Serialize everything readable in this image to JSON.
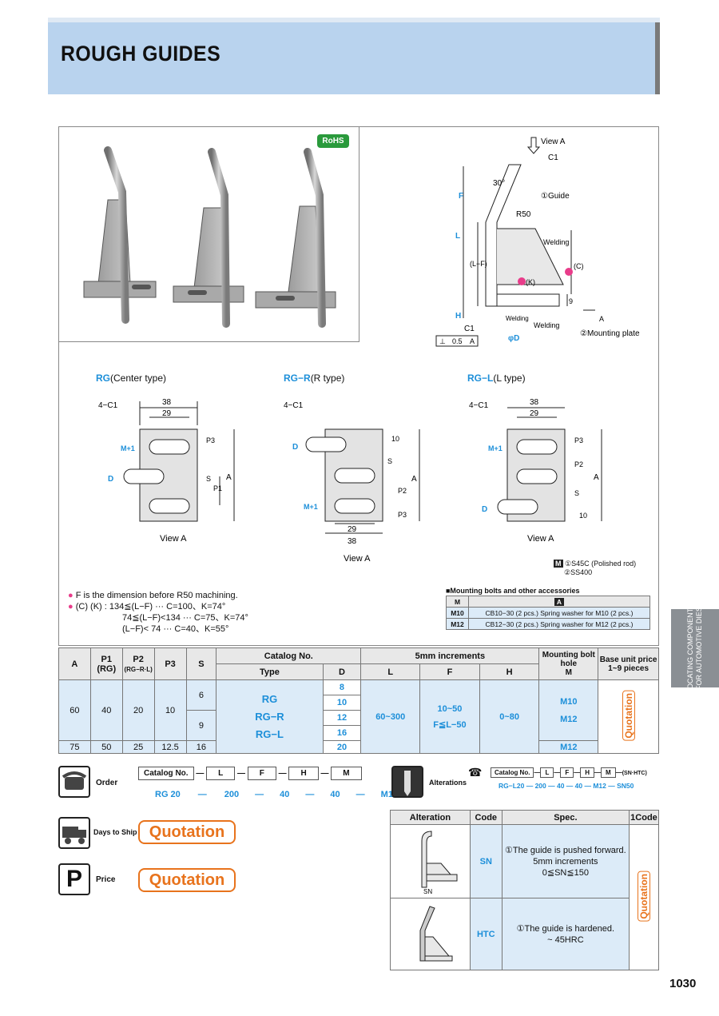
{
  "title": "ROUGH GUIDES",
  "rohs": "RoHS",
  "drawing": {
    "view_a": "View A",
    "c1": "C1",
    "angle": "30°",
    "guide": "①Guide",
    "r50": "R50",
    "welding": "Welding",
    "f": "F",
    "l": "L",
    "lf": "(L−F)",
    "h": "H",
    "k": "(K)",
    "c": "(C)",
    "nine": "9",
    "a": "A",
    "mounting_plate": "②Mounting plate",
    "perp": "⊥",
    "tol": "0.5",
    "phi_d": "φD"
  },
  "types": {
    "rg": {
      "name": "RG",
      "desc": "(Center type)"
    },
    "rgr": {
      "name": "RG−R",
      "desc": "(R type)"
    },
    "rgl": {
      "name": "RG−L",
      "desc": "(L type)"
    }
  },
  "dims": {
    "c4": "4−C1",
    "d38": "38",
    "d29": "29",
    "p1": "P1",
    "p2": "P2",
    "p3": "P3",
    "s": "S",
    "a": "A",
    "d": "D",
    "m1": "M+1",
    "d10": "10"
  },
  "notes": {
    "n1": "F is the dimension before R50 machining.",
    "n2": "(C) (K) : 134≦(L−F)        ··· C=100、K=74°",
    "n3": "74≦(L−F)<134 ··· C=75、K=74°",
    "n4": "(L−F)< 74 ··· C=40、K=55°"
  },
  "material": {
    "m_label": "M",
    "line1": "①S45C (Polished rod)",
    "line2": "②SS400"
  },
  "accessories": {
    "title": "■Mounting bolts and other accessories",
    "headers": [
      "M",
      "A"
    ],
    "rows": [
      [
        "M10",
        "CB10−30 (2 pcs.)  Spring washer for M10 (2 pcs.)"
      ],
      [
        "M12",
        "CB12−30 (2 pcs.)  Spring washer for M12 (2 pcs.)"
      ]
    ]
  },
  "spec_table": {
    "h_a": "A",
    "h_p1": "P1",
    "h_p1_sub": "(RG)",
    "h_p2": "P2",
    "h_p2_sub": "(RG−R·L)",
    "h_p3": "P3",
    "h_s": "S",
    "h_catalog": "Catalog No.",
    "h_type": "Type",
    "h_d": "D",
    "h_inc": "5mm increments",
    "h_l": "L",
    "h_f": "F",
    "h_h": "H",
    "h_bolt": "Mounting bolt hole",
    "h_bolt_m": "M",
    "h_price": "Base unit price",
    "h_price_sub": "1~9 pieces",
    "row1": {
      "a": "60",
      "p1": "40",
      "p2": "20",
      "p3": "10",
      "s1": "6",
      "s2": "9"
    },
    "row2": {
      "a": "75",
      "p1": "50",
      "p2": "25",
      "p3": "12.5",
      "s": "16"
    },
    "types": [
      "RG",
      "RG−R",
      "RG−L"
    ],
    "d_values": [
      "8",
      "10",
      "12",
      "16",
      "20"
    ],
    "l_range": "60~300",
    "f_range1": "10~50",
    "f_range2": "F≦L−50",
    "h_range": "0~80",
    "m_values": [
      "M10",
      "M12",
      "M12"
    ],
    "quotation": "Quotation"
  },
  "order": {
    "label": "Order",
    "fields": [
      "Catalog No.",
      "L",
      "F",
      "H",
      "M"
    ],
    "example": [
      "RG 20",
      "200",
      "40",
      "40",
      "M12"
    ]
  },
  "alterations": {
    "label": "Alterations",
    "fields": [
      "Catalog No.",
      "L",
      "F",
      "H",
      "M",
      "(SN·HTC)"
    ],
    "example": "RG−L20 — 200 — 40 — 40 — M12 — SN50"
  },
  "days_to_ship": {
    "label": "Days to Ship",
    "value": "Quotation"
  },
  "price": {
    "label": "Price",
    "value": "Quotation",
    "icon_letter": "P"
  },
  "alt_table": {
    "headers": [
      "Alteration",
      "Code",
      "Spec.",
      "1Code"
    ],
    "sn_code": "SN",
    "sn_spec1": "①The guide is pushed forward.",
    "sn_spec2": "5mm increments",
    "sn_spec3": "0≦SN≦150",
    "sn_dim": "SN",
    "htc_code": "HTC",
    "htc_spec1": "①The guide is hardened.",
    "htc_spec2": "~ 45HRC",
    "quotation": "Quotation"
  },
  "side_tab": {
    "line1": "LOCATING COMPONENTS",
    "line2": "FOR AUTOMOTIVE DIES"
  },
  "page_number": "1030"
}
